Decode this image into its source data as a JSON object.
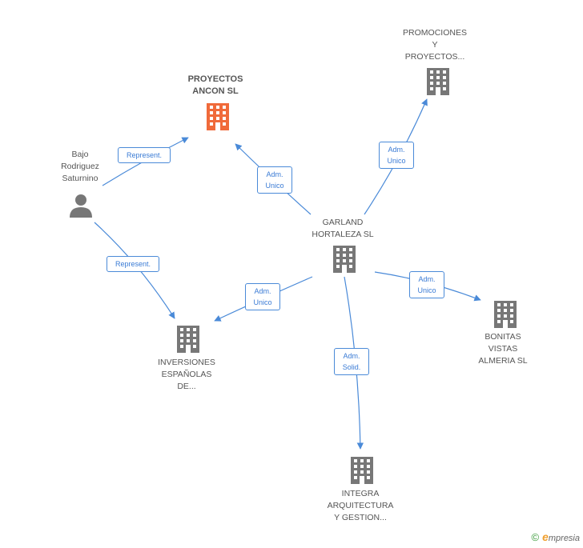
{
  "nodes": {
    "proyectos_ancon": {
      "label": "PROYECTOS\nANCON SL",
      "type": "company",
      "color": "#f06a3a"
    },
    "promociones": {
      "label": "PROMOCIONES\nY\nPROYECTOS...",
      "type": "company",
      "color": "#777777"
    },
    "bajo_rodriguez": {
      "label": "Bajo\nRodriguez\nSaturnino",
      "type": "person",
      "color": "#777777"
    },
    "garland": {
      "label": "GARLAND\nHORTALEZA SL",
      "type": "company",
      "color": "#777777"
    },
    "inversiones": {
      "label": "INVERSIONES\nESPAÑOLAS\nDE...",
      "type": "company",
      "color": "#777777"
    },
    "bonitas": {
      "label": "BONITAS\nVISTAS\nALMERIA SL",
      "type": "company",
      "color": "#777777"
    },
    "integra": {
      "label": "INTEGRA\nARQUITECTURA\nY GESTION...",
      "type": "company",
      "color": "#777777"
    }
  },
  "edges": {
    "e1": {
      "label": "Represent."
    },
    "e2": {
      "label": "Represent."
    },
    "e3": {
      "label": "Adm.\nUnico"
    },
    "e4": {
      "label": "Adm.\nUnico"
    },
    "e5": {
      "label": "Adm.\nUnico"
    },
    "e6": {
      "label": "Adm.\nUnico"
    },
    "e7": {
      "label": "Adm.\nSolid."
    }
  },
  "colors": {
    "edge": "#4a8ad8",
    "text": "#555555",
    "accent": "#f06a3a"
  },
  "footer": {
    "copyright": "©",
    "brand_initial": "e",
    "brand_rest": "mpresia"
  }
}
